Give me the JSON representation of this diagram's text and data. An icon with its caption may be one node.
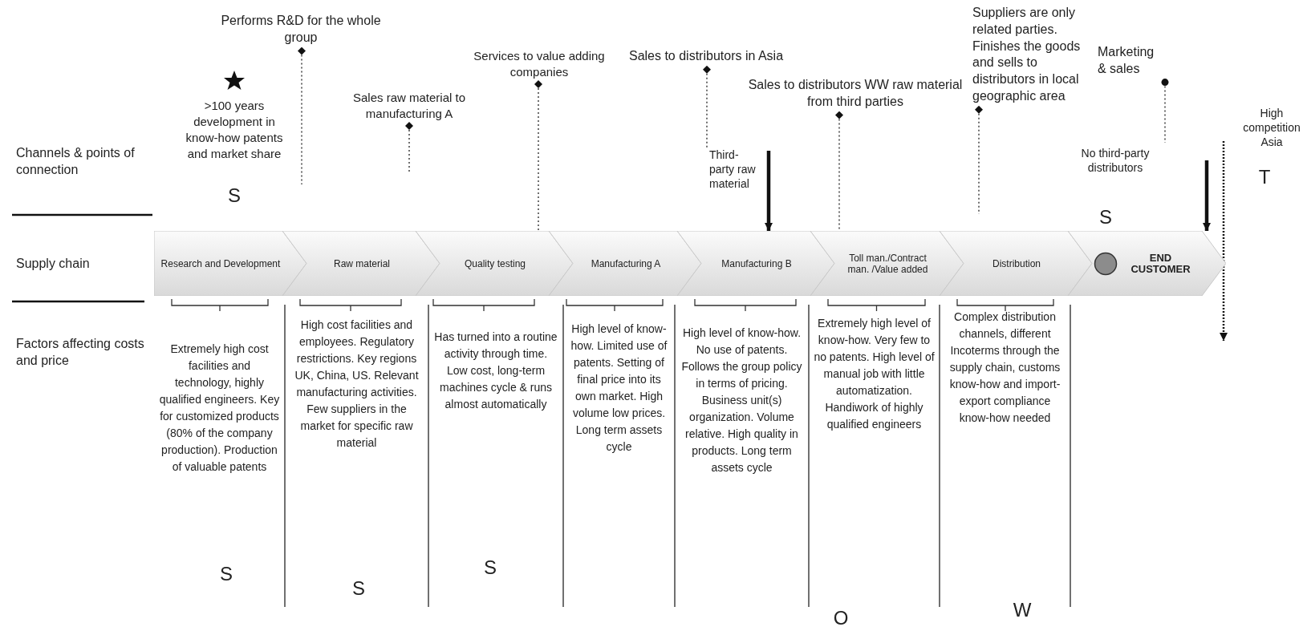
{
  "diagram": {
    "nodes": [
      {
        "text": [
          "Research and Development"
        ]
      },
      {
        "text": [
          "Raw material"
        ]
      },
      {
        "text": [
          "Quality testing"
        ]
      },
      {
        "text": [
          "Manufacturing A"
        ]
      },
      {
        "text": [
          "Manufacturing B"
        ]
      },
      {
        "text": [
          "Toll man./Contract man. /Value added"
        ]
      },
      {
        "text": [
          "Distribution"
        ]
      },
      {
        "text": [
          "END CUSTOMER"
        ]
      },
      {
        "text": [
          "Performs R&D for the whole group"
        ]
      },
      {
        "text": [
          "Services to value adding companies"
        ]
      },
      {
        "text": [
          "Sales raw material to manufacturing A"
        ]
      },
      {
        "text": [
          "Sales to distributors in Asia"
        ]
      },
      {
        "text": [
          "Sales to distributors WW raw material from third parties"
        ]
      },
      {
        "text": [
          "Suppliers are only related parties. Finishes the goods and sells to distributors in local geographic area"
        ]
      },
      {
        "text": [
          "Marketing & sales"
        ]
      },
      {
        "text": [
          "Third-party raw material"
        ]
      }
    ],
    "edges": [
      {
        "from": 8,
        "to": null,
        "arrow": "other",
        "style": "dashed"
      },
      {
        "from": 10,
        "to": null,
        "arrow": "other",
        "style": "dashed"
      },
      {
        "from": 9,
        "to": 2,
        "arrow": "other",
        "style": "dashed"
      },
      {
        "from": 11,
        "to": 15,
        "arrow": "other",
        "style": "dashed"
      },
      {
        "from": 12,
        "to": 5,
        "arrow": "other",
        "style": "dashed"
      },
      {
        "from": 13,
        "to": null,
        "arrow": "other",
        "style": "dashed"
      },
      {
        "from": 14,
        "to": null,
        "arrow": "other",
        "style": "dashed"
      },
      {
        "from": 15,
        "to": 4,
        "arrow": "to",
        "style": "thick"
      },
      {
        "from": null,
        "to": 7,
        "arrow": "to",
        "style": "thick"
      }
    ],
    "labels": [
      ">100 years development in know-how patents and market share",
      "Channels & points of connection",
      "S",
      "No third-party distributors",
      "S",
      "High competition Asia",
      "T",
      "Supply chain",
      "Factors affecting costs and price",
      "Extremely high cost facilities and technology, highly qualified engineers. Key for customized products (80% of the company production). Production of valuable patents",
      "High cost facilities and employees. Regulatory restrictions. Key regions UK, China, US. Relevant manufacturing activities. Few suppliers in the market for specific raw material",
      "Has turned into a routine activity through time. Low cost, long-term machines cycle & runs almost automatically",
      "High level of know-how. Limited use of patents. Setting of final price into its own market. High volume low prices. Long term assets cycle",
      "High level of know-how. No use of patents. Follows the group policy in terms of pricing. Business unit(s) organization. Volume relative. High quality in products. Long term assets cycle",
      "Extremely high level of know-how. Very few to no patents. High level of manual job with little automatization. Handiwork of highly qualified engineers",
      "Complex distribution channels, different Incoterms through the supply chain, customs know-how and import-export compliance know-how needed",
      "S",
      "S",
      "S",
      "O",
      "W"
    ]
  }
}
